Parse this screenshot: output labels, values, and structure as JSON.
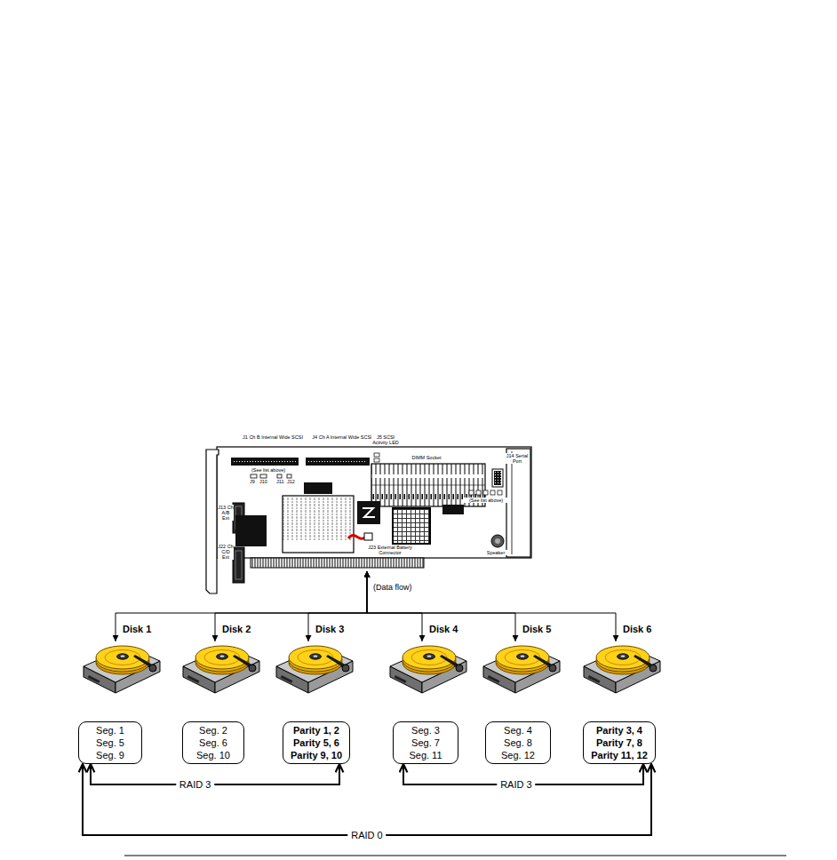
{
  "diagram": {
    "nodes": [
      {
        "text": [
          "J1 Ch B Internal Wide SCSI",
          "J4 Ch A Internal Wide SCSI",
          "J5 SCSI Activity LED",
          "DIMM Socket",
          "(See list above)",
          "J9",
          "J10",
          "J11",
          "J12",
          "J13 Ch A/B Ext",
          "J22 Ch C/D Ext",
          "J23 External Battery Connector",
          "J14 Serial Port",
          "(See list above)",
          "Speaker"
        ]
      },
      {
        "text": [
          "Disk 1"
        ]
      },
      {
        "text": [
          "Disk 2"
        ]
      },
      {
        "text": [
          "Disk 3"
        ]
      },
      {
        "text": [
          "Disk 4"
        ]
      },
      {
        "text": [
          "Disk 5"
        ]
      },
      {
        "text": [
          "Disk 6"
        ]
      },
      {
        "text": [
          "Seg. 1",
          "Seg. 5",
          "Seg. 9"
        ]
      },
      {
        "text": [
          "Seg. 2",
          "Seg. 6",
          "Seg. 10"
        ]
      },
      {
        "text": [
          "Parity 1, 2",
          "Parity 5, 6",
          "Parity 9, 10"
        ]
      },
      {
        "text": [
          "Seg. 3",
          "Seg. 7",
          "Seg. 11"
        ]
      },
      {
        "text": [
          "Seg. 4",
          "Seg. 8",
          "Seg. 12"
        ]
      },
      {
        "text": [
          "Parity 3, 4",
          "Parity 7, 8",
          "Parity 11, 12"
        ]
      }
    ],
    "edges": [
      {
        "from": 0,
        "to": 1,
        "arrow": "both"
      },
      {
        "from": 0,
        "to": 2,
        "arrow": "both"
      },
      {
        "from": 0,
        "to": 3,
        "arrow": "both"
      },
      {
        "from": 0,
        "to": 4,
        "arrow": "both"
      },
      {
        "from": 0,
        "to": 5,
        "arrow": "both"
      },
      {
        "from": 0,
        "to": 6,
        "arrow": "both"
      },
      {
        "from": 7,
        "to": 9,
        "arrow": "both",
        "label": "RAID 3"
      },
      {
        "from": 10,
        "to": 12,
        "arrow": "both",
        "label": "RAID 3"
      },
      {
        "from": 7,
        "to": 12,
        "arrow": "both",
        "label": "RAID 0"
      }
    ],
    "labels": [
      "(Data flow)"
    ]
  }
}
